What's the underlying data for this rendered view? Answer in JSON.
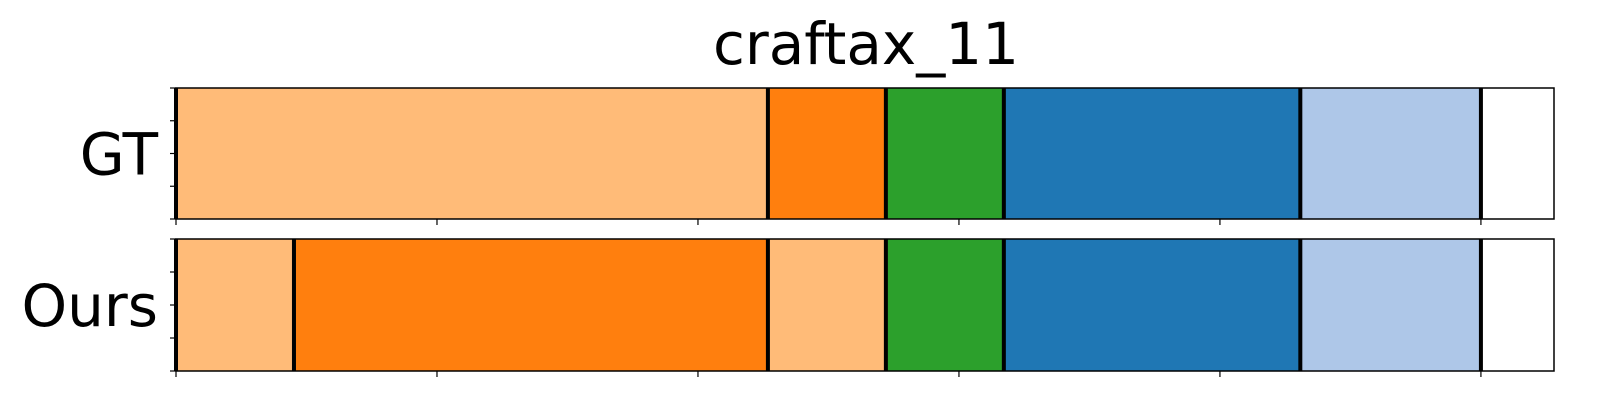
{
  "chart_data": {
    "type": "bar",
    "title": "craftax_11",
    "xlim": [
      0,
      1320
    ],
    "xticks": [
      0,
      250,
      500,
      750,
      1000,
      1250
    ],
    "yticks": [
      0,
      0.25,
      0.5,
      0.75,
      1
    ],
    "grid": false,
    "colors": {
      "light_orange": "#ffbb78",
      "orange": "#ff7f0e",
      "green": "#2ca02c",
      "blue": "#1f77b4",
      "light_blue": "#aec7e8",
      "boundary": "#000000"
    },
    "rows": [
      {
        "label": "GT",
        "segments": [
          {
            "start": 0,
            "end": 567,
            "color": "light_orange"
          },
          {
            "start": 567,
            "end": 680,
            "color": "orange"
          },
          {
            "start": 680,
            "end": 793,
            "color": "green"
          },
          {
            "start": 793,
            "end": 1077,
            "color": "blue"
          },
          {
            "start": 1077,
            "end": 1250,
            "color": "light_blue"
          }
        ]
      },
      {
        "label": "Ours",
        "segments": [
          {
            "start": 0,
            "end": 113,
            "color": "light_orange"
          },
          {
            "start": 113,
            "end": 567,
            "color": "orange"
          },
          {
            "start": 567,
            "end": 680,
            "color": "light_orange"
          },
          {
            "start": 680,
            "end": 793,
            "color": "green"
          },
          {
            "start": 793,
            "end": 1077,
            "color": "blue"
          },
          {
            "start": 1077,
            "end": 1250,
            "color": "light_blue"
          }
        ]
      }
    ]
  }
}
